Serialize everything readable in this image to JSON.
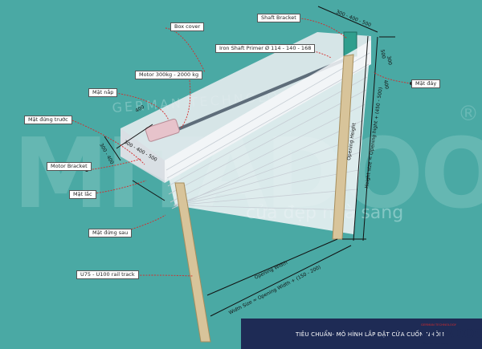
{
  "watermark": {
    "brand": "MITADOOR",
    "registered": "®",
    "arc_text": "GERMAN TECHNOLOGY",
    "slogan": "cửa đẹp nhà sang"
  },
  "labels": {
    "box_cover": "Box cover",
    "shaft_bracket": "Shaft Bracket",
    "iron_shaft": "Iron Shaft Primer Ø 114 - 140 - 168",
    "motor": "Motor 300kg - 2000 kg",
    "mat_nap": "Mặt nắp",
    "mat_day": "Mặt đáy",
    "mat_dung_truoc": "Mặt đứng trước",
    "motor_bracket": "Motor Bracket",
    "mat_lac": "Mặt lắc",
    "mat_dung_sau": "Mặt đứng sau",
    "rail_track": "U75 - U100 rail track"
  },
  "dimensions": {
    "top": "300 - 400 - 500",
    "side_300": "300",
    "side_400": "400",
    "side_500": "500",
    "box_length": "400",
    "front_1": "300 - 400 - 500",
    "front_2": "300 - 400",
    "opening_height": "Opening Height",
    "height_size": "Height size = Opening hight + (450 - 500)",
    "opening_width": "Opening Width",
    "width_size": "Width Size = Opening Width + (150 - 200)"
  },
  "footer": {
    "caption": "TIÊU CHUẨN- MÔ HÌNH LẮP ĐẶT CỬA CUỐN NHÔM",
    "brand_name": "MITADOOR",
    "brand_tag": "GERMAN TECHNOLOGY",
    "brand_slogan": "Cửa đẹp nhà sang"
  },
  "colors": {
    "background": "#4aa9a4",
    "footer": "#1e2b55",
    "accent_red": "#d62b2b",
    "rail_wood": "#d8c49a"
  }
}
